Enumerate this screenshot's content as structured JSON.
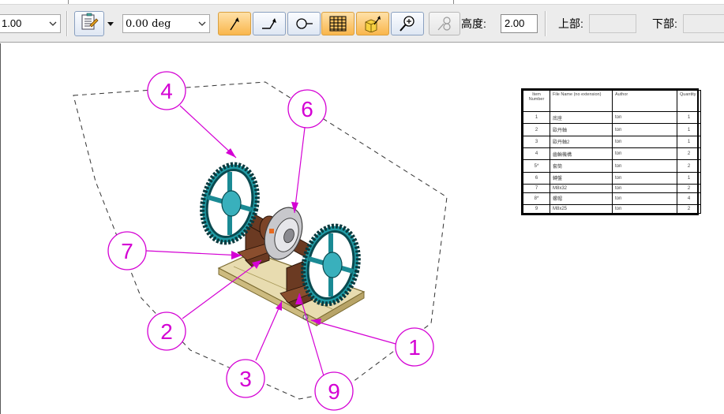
{
  "toolbar": {
    "scale_value": "1.00",
    "angle_value": "0.00 deg",
    "height_label": "高度:",
    "height_value": "2.00",
    "top_label": "上部:",
    "top_value": "",
    "bottom_label": "下部:",
    "bottom_value": ""
  },
  "icons": {
    "properties": "properties-icon",
    "leader": "leader-arrow-icon",
    "break": "break-line-icon",
    "balloon": "balloon-shape-icon",
    "parts_list": "parts-list-icon",
    "auto_balloon": "auto-balloon-icon",
    "zoom": "zoom-area-icon",
    "stack": "stack-balloon-icon"
  },
  "colors": {
    "annotation": "#d400d4",
    "active_button": "#f9b64c"
  },
  "bom": {
    "headers": [
      "Item Number",
      "File Name (no extension)",
      "Author",
      "Quantity"
    ],
    "rows": [
      {
        "item": "1",
        "name": "底座",
        "author": "ton",
        "qty": "1"
      },
      {
        "item": "2",
        "name": "歐丹軸",
        "author": "ton",
        "qty": "1"
      },
      {
        "item": "3",
        "name": "歐丹軸2",
        "author": "ton",
        "qty": "1"
      },
      {
        "item": "4",
        "name": "齒輪機構",
        "author": "ton",
        "qty": "2"
      },
      {
        "item": "5*",
        "name": "套筒",
        "author": "ton",
        "qty": "2"
      },
      {
        "item": "6",
        "name": "轉盤",
        "author": "ton",
        "qty": "1"
      },
      {
        "item": "7",
        "name": "M8x32",
        "author": "ton",
        "qty": "2"
      },
      {
        "item": "8*",
        "name": "螺帽",
        "author": "ton",
        "qty": "4"
      },
      {
        "item": "9",
        "name": "M8x25",
        "author": "ton",
        "qty": "2"
      }
    ]
  },
  "balloons": [
    {
      "label": "4"
    },
    {
      "label": "6"
    },
    {
      "label": "7"
    },
    {
      "label": "2"
    },
    {
      "label": "3"
    },
    {
      "label": "9"
    },
    {
      "label": "1"
    }
  ]
}
